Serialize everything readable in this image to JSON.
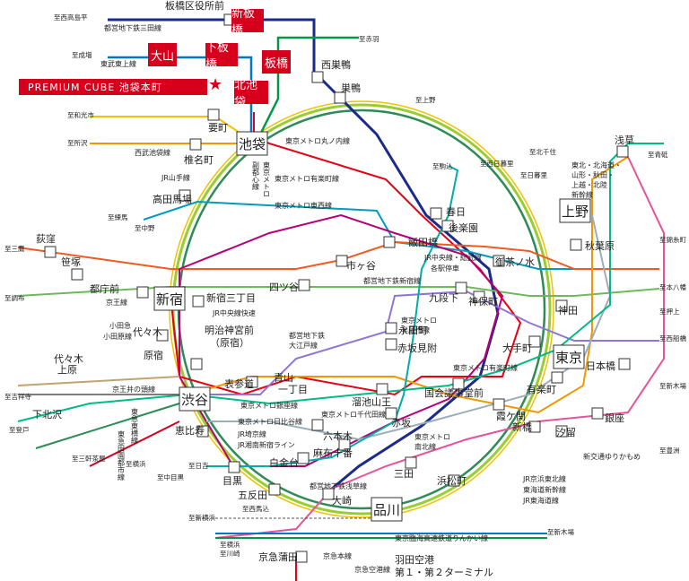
{
  "colors": {
    "yamanote": "#9acd32",
    "marunouchi": "#e60012",
    "namboku": "#00ada9",
    "yurakucho": "#c1a470",
    "tozai": "#009bbf",
    "chiyoda": "#00bb85",
    "hanzomon": "#8f76d6",
    "fukutoshin": "#9c5e31",
    "ginza": "#f39700",
    "hibiya": "#9caeb7",
    "mita": "#0079c2",
    "shinjuku": "#6cbb5a",
    "oedo": "#b6007a",
    "asakusa": "#e85298",
    "chuo": "#f15a22",
    "jr": "#2e8b57",
    "tobu": "#1b2b8c",
    "seibu": "#f2c200",
    "highlight": "#d6001c"
  },
  "highlight": {
    "shinitabashi": "新板橋",
    "oyama": "大山",
    "shimoitabashi": "下板橋",
    "itabashi": "板橋",
    "kitaikebukuro": "北池袋",
    "banner": "PREMIUM CUBE 池袋本町",
    "star": "★"
  },
  "stations": {
    "ikebukuro": "池袋",
    "shinjuku": "新宿",
    "shibuya": "渋谷",
    "shinagawa": "品川",
    "tokyo": "東京",
    "ueno": "上野",
    "itabashiku": "板橋区役所前",
    "nishisugamo": "西巣鴨",
    "sugamo": "巣鴨",
    "kanamecho": "要町",
    "shiinamachi": "椎名町",
    "takadanobaba": "高田馬場",
    "kasuga": "春日",
    "korakuen": "後楽園",
    "iidabashi": "飯田橋",
    "ichigaya": "市ヶ谷",
    "yotsuya": "四ツ谷",
    "ochanomizu": "御茶ノ水",
    "akihabara": "秋葉原",
    "asakusa": "浅草",
    "kudanshita": "九段下",
    "jimbocho": "神保町",
    "kanda": "神田",
    "otemachi": "大手町",
    "nihombashi": "日本橋",
    "nagatacho": "永田町",
    "akasakamitsuke": "赤坂見附",
    "kokkai": "国会議事堂前",
    "kasumigaseki": "霞ケ関",
    "yurakucho": "有楽町",
    "ginza": "銀座",
    "shiodome": "汐留",
    "shimbashi": "新橋",
    "tameikesanno": "溜池山王",
    "akasaka": "赤坂",
    "roppongi": "六本木",
    "azabujuban": "麻布十番",
    "shirokanedai": "白金台",
    "mita": "三田",
    "hamamatsucho": "浜松町",
    "ebisu": "恵比寿",
    "meguro": "目黒",
    "gotanda": "五反田",
    "osaki": "大崎",
    "keikyukamata": "京急蒲田",
    "haneda": "羽田空港",
    "haneda2": "第１・第２ターミナル",
    "omotesando": "表参道",
    "aoyama1": "青山",
    "aoyama2": "一丁目",
    "meijijingu": "明治神宮前",
    "harajuku": "（原宿）",
    "shinjuku3": "新宿三丁目",
    "tochomae": "都庁前",
    "yoyogi": "代々木",
    "yoyogiuehara": "代々木",
    "yoyogiuehara2": "上原",
    "shimokitazawa": "下北沢",
    "hatagaya": "笹塚",
    "ogikubo": "荻窪",
    "harajuku2": "原宿",
    "kasugacho": "春日"
  },
  "lines": {
    "marunouchi": "東京メトロ丸ノ内線",
    "yurakucho": "東京メトロ有楽町線",
    "tozai": "東京メトロ東西線",
    "seibu": "西武池袋線",
    "tobutojo": "東武東上線",
    "mitaline": "都営地下鉄三田線",
    "fukutoshin1": "東京メトロ",
    "fukutoshin2": "副都心線",
    "yamanote": "JR山手線",
    "chuorapid": "JR中央線快速",
    "chuosobu": "JR中央線・総武線",
    "kakuteki": "各駅停車",
    "shinjukuline": "都営地下鉄新宿線",
    "hanzomon1": "東京メトロ",
    "hanzomon2": "半蔵門線",
    "oedo1": "都営地下鉄",
    "oedo2": "大江戸線",
    "ginzaline": "東京メトロ銀座線",
    "hibiya": "東京メトロ日比谷線",
    "chiyoda": "東京メトロ千代田線",
    "saikyo": "JR埼京線",
    "shonan": "JR湘南新宿ライン",
    "nanboku1": "東京メトロ",
    "nanboku2": "南北線",
    "yurakucho2": "東京メトロ有楽町線",
    "asakusa": "都営地下鉄浅草線",
    "rinkai": "東京臨海高速鉄道りんかい線",
    "keikyu": "京急空港線",
    "keikyumain": "京急本線",
    "keio": "京王線",
    "keioinokashira": "京王井の頭線",
    "odakyu1": "小田急",
    "odakyu2": "小田原線",
    "tokyu": "東急田園都市線",
    "toyoko": "東急東横線",
    "jrtohoku": "JR京浜東北線",
    "tokaido": "東海道新幹線",
    "jrtokaido": "JR東海道線",
    "yurikamome": "新交通ゆりかもめ",
    "shinkansen1": "東北・北海道・",
    "shinkansen2": "山形・秋田・",
    "shinkansen3": "上越・北陸",
    "shinkansen4": "新幹線",
    "keiomain": "京王線"
  },
  "edges": {
    "itabashi_hon": "至西高島平",
    "akabane": "至赤羽",
    "narimasu": "至成増",
    "wakoshi": "至和光市",
    "tokorozawa": "至所沢",
    "kitasenju": "至北千住",
    "nishinippori": "至西日暮里",
    "nippori": "至日暮里",
    "komagome": "至駒込",
    "kamiueno": "至上野",
    "aoto": "至青砥",
    "kinshicho": "至錦糸町",
    "motoyawata": "至本八幡",
    "oshiage": "至押上",
    "nishifunabashi": "至西船橋",
    "shinkiba": "至新木場",
    "toyosu": "至豊洲",
    "mitaka": "至三鷹",
    "chofu": "至調布",
    "nerima": "至練馬",
    "nakano": "至中野",
    "kichijoji": "至吉祥寺",
    "noborito": "至登戸",
    "sangenjaya": "至三軒茶屋",
    "yokohama": "至横浜",
    "hiyoshi": "至日吉",
    "nakameguro": "至中目黒",
    "nishimagome": "至西馬込",
    "shinyokohama": "至新横浜",
    "yokohama2": "至横浜",
    "kawasaki": "至川崎",
    "shinkiba2": "至新木場"
  }
}
